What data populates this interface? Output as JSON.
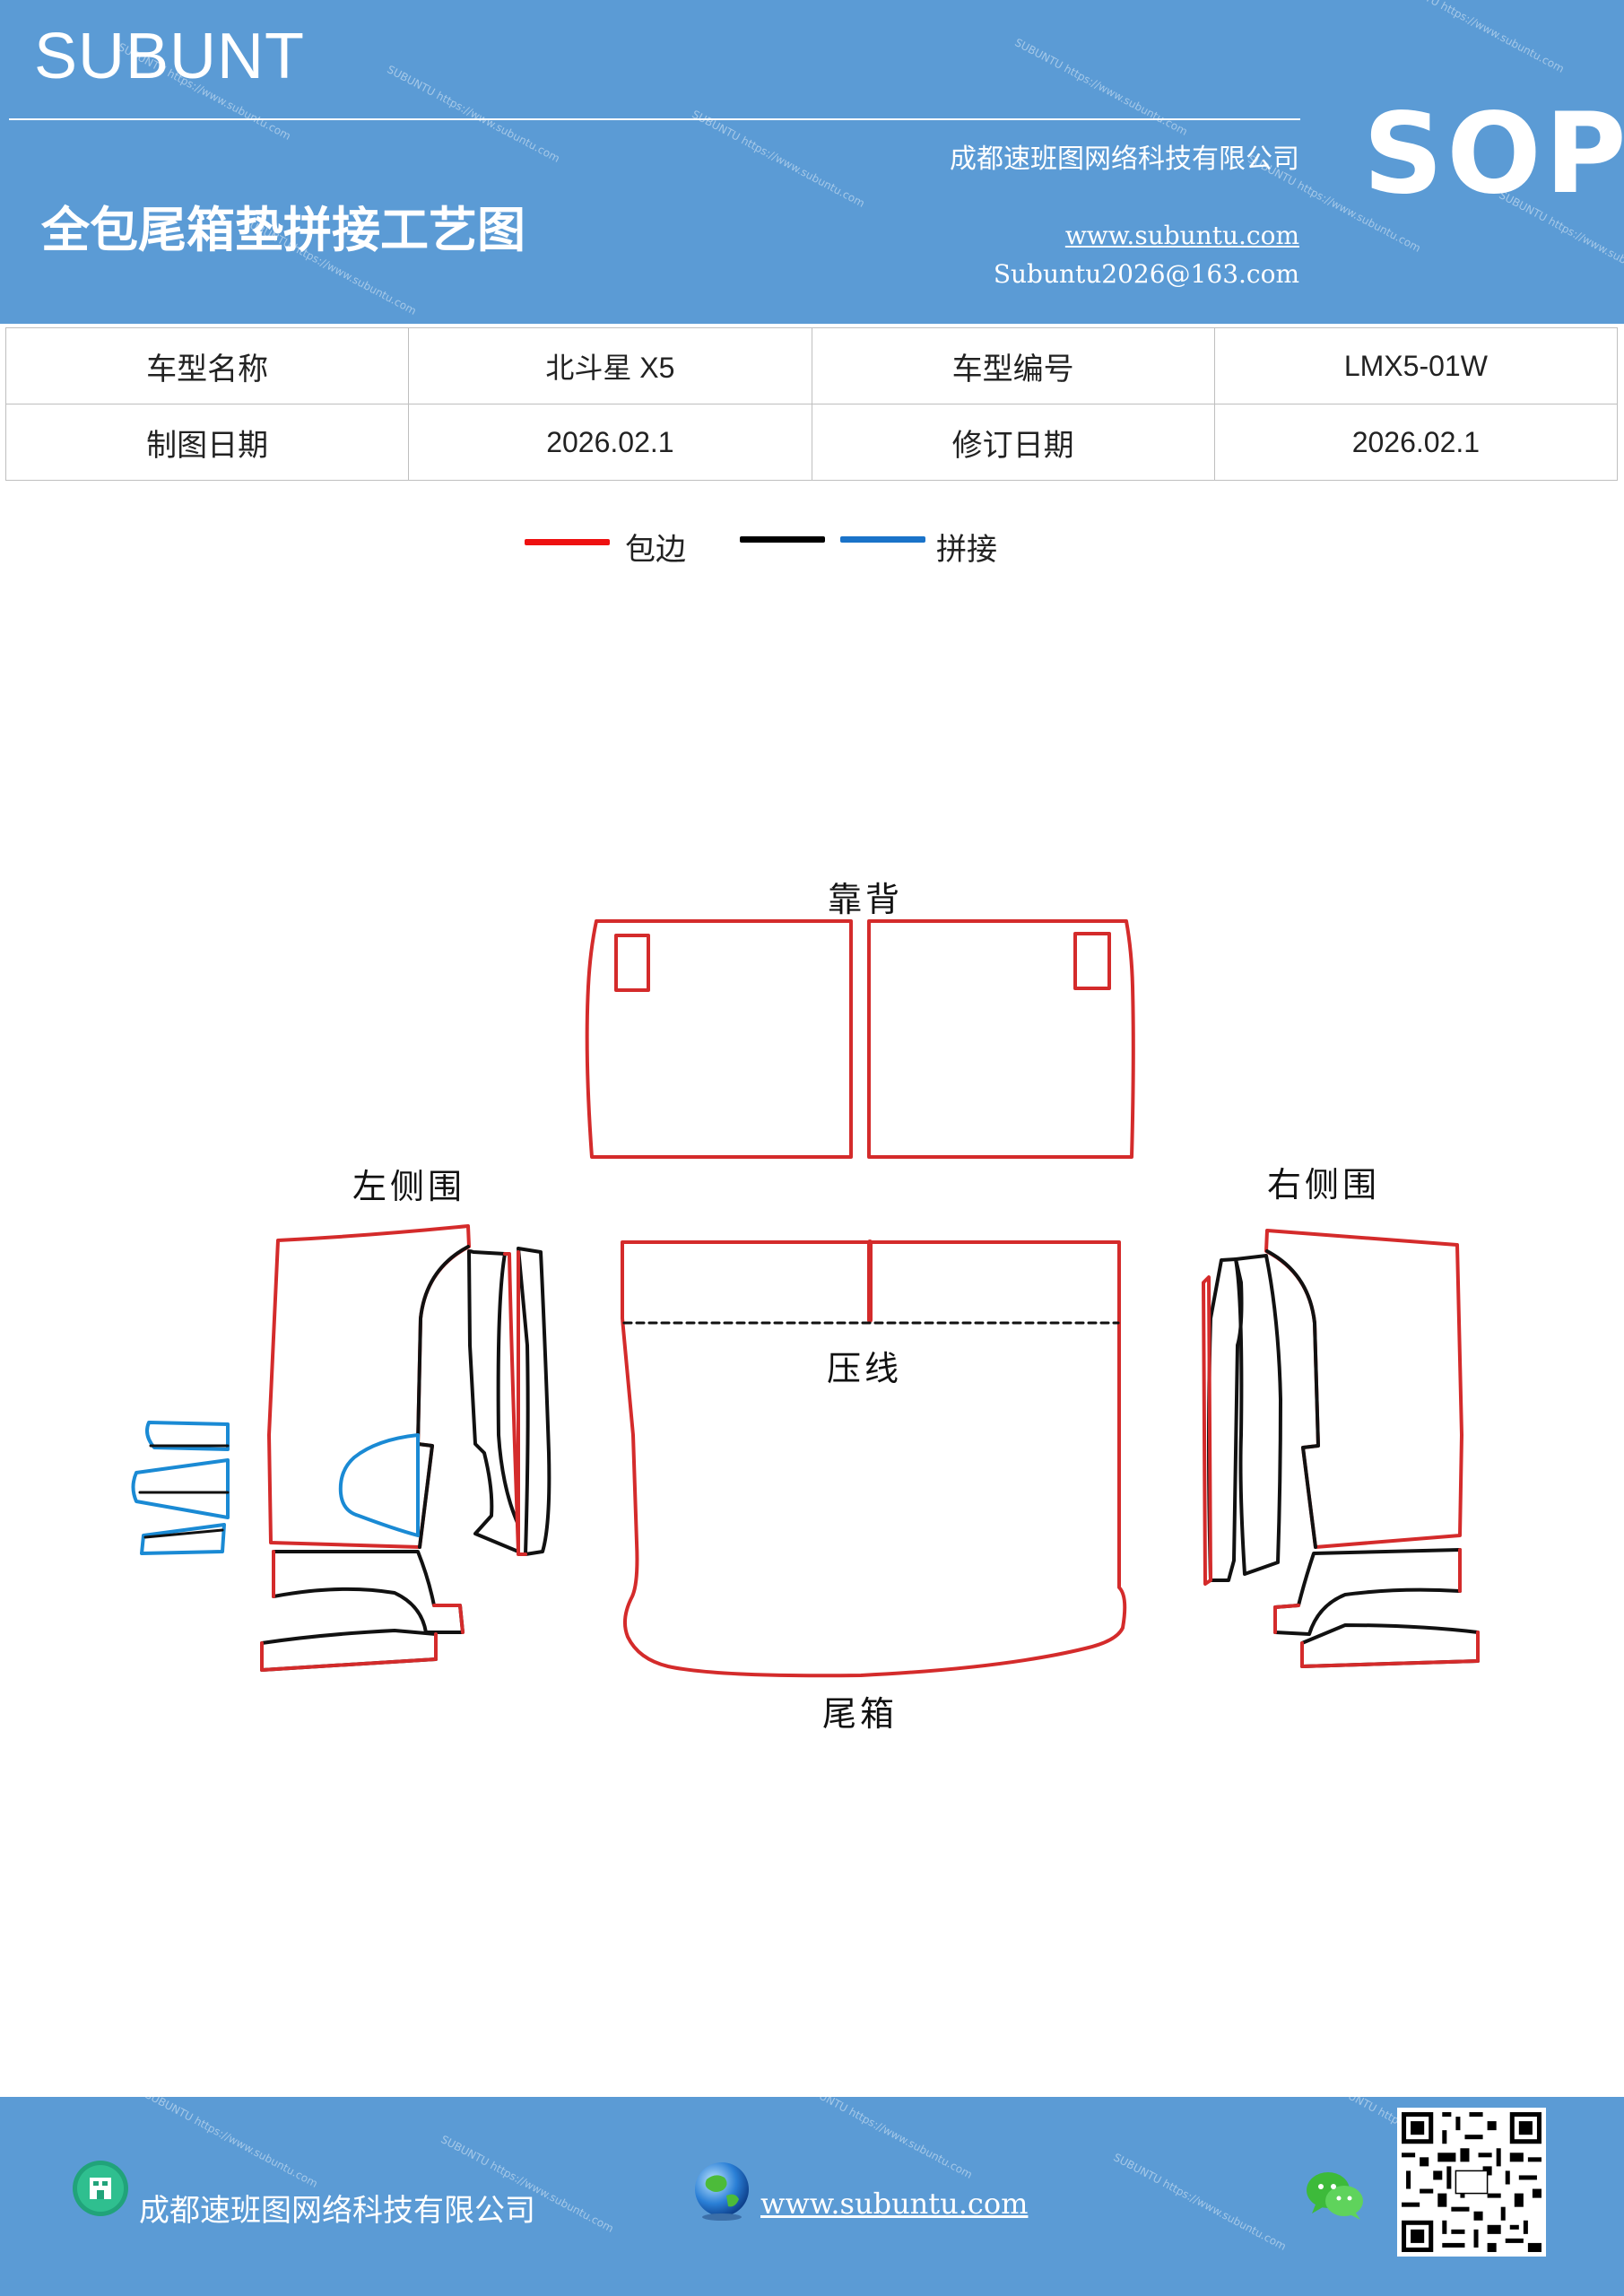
{
  "header": {
    "brand": "SUBUNT",
    "title": "全包尾箱垫拼接工艺图",
    "company": "成都速班图网络科技有限公司",
    "website": "www.subuntu.com",
    "email": "Subuntu2026@163.com",
    "badge": "SOP",
    "watermark": "SUBUNTU https://www.subuntu.com"
  },
  "info_table": {
    "row1": [
      "车型名称",
      "北斗星 X5",
      "车型编号",
      "LMX5-01W"
    ],
    "row2": [
      "制图日期",
      "2026.02.1",
      "修订日期",
      "2026.02.1"
    ]
  },
  "legend": {
    "items": [
      {
        "label": "包边",
        "color": "#ee1111"
      },
      {
        "label": "",
        "color": "#000000"
      },
      {
        "label": "拼接",
        "color": "#1a73c9"
      }
    ]
  },
  "diagram": {
    "labels": {
      "backrest": "靠背",
      "left_side": "左侧围",
      "right_side": "右侧围",
      "crease": "压线",
      "trunk": "尾箱"
    },
    "colors": {
      "edge": "#d42b2b",
      "seam": "#111111",
      "join": "#1a8ad4"
    }
  },
  "footer": {
    "company": "成都速班图网络科技有限公司",
    "website": "www.subuntu.com",
    "icons": [
      "building-icon",
      "globe-icon",
      "wechat-icon",
      "qr-code"
    ]
  }
}
